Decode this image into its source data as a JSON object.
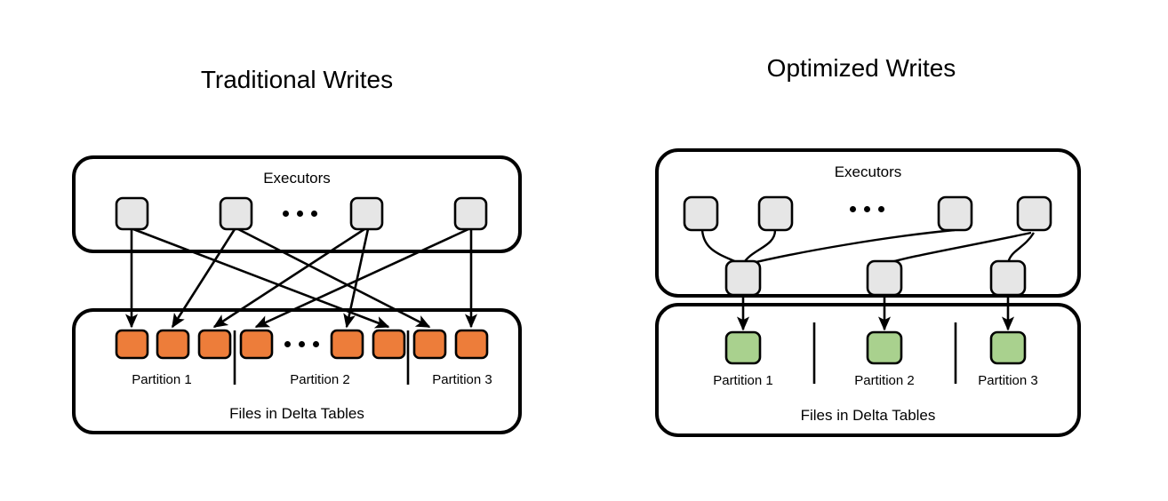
{
  "diagram": {
    "type": "comparison-diagram",
    "panels": [
      {
        "id": "traditional",
        "title": "Traditional Writes",
        "executors_label": "Executors",
        "files_label": "Files in Delta Tables",
        "executor_count": 4,
        "executor_ellipsis": true,
        "file_box_color": "#ED7D3A",
        "executor_box_color": "#E6E6E6",
        "file_boxes": 8,
        "file_ellipsis": true,
        "partitions": [
          "Partition 1",
          "Partition 2",
          "Partition 3"
        ],
        "arrow_count": 8,
        "arrow_style": "straight"
      },
      {
        "id": "optimized",
        "title": "Optimized Writes",
        "executors_label": "Executors",
        "files_label": "Files in Delta Tables",
        "executor_count": 4,
        "executor_ellipsis": true,
        "shuffle_box_count": 3,
        "file_box_color": "#A9D18E",
        "executor_box_color": "#E6E6E6",
        "file_boxes": 3,
        "file_ellipsis": false,
        "partitions": [
          "Partition 1",
          "Partition 2",
          "Partition 3"
        ],
        "arrow_count": 3,
        "arrow_style": "curved"
      }
    ],
    "colors": {
      "orange": "#ED7D3A",
      "green": "#A9D18E",
      "gray": "#E6E6E6",
      "stroke": "#000000",
      "background": "#FFFFFF"
    }
  }
}
